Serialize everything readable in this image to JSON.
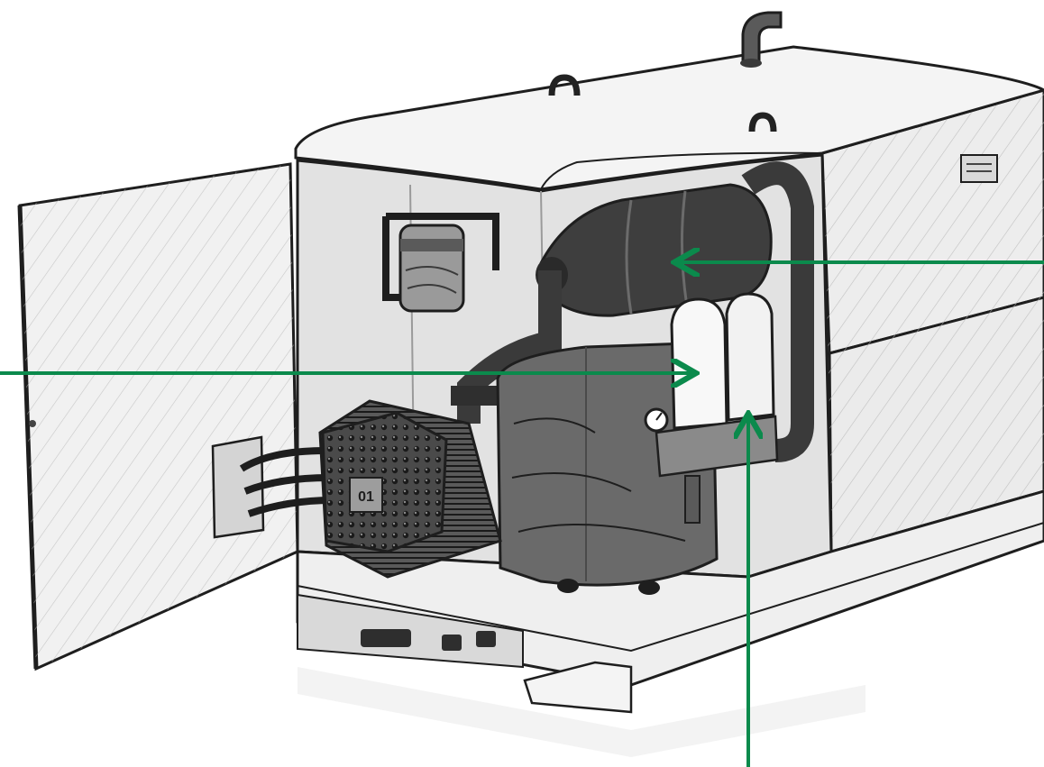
{
  "illustration": {
    "subject": "enclosed-air-compressor-generator-sketch",
    "style": "hand-drawn ink and grey marker",
    "nameplate_icon": "label-plate-icon",
    "motor_badge_text": "01"
  },
  "callouts": {
    "arrow_color": "#0b8a4c",
    "items": [
      {
        "id": "engine-muffler",
        "direction": "pointing-left",
        "label": ""
      },
      {
        "id": "filter-tank",
        "direction": "pointing-right",
        "label": ""
      },
      {
        "id": "separator-cartridge",
        "direction": "pointing-up",
        "label": ""
      }
    ]
  },
  "colors": {
    "ink": "#1e1e1e",
    "panel": "#eeeeee",
    "shadow": "#7a7a7a",
    "dark": "#3a3a3a"
  }
}
